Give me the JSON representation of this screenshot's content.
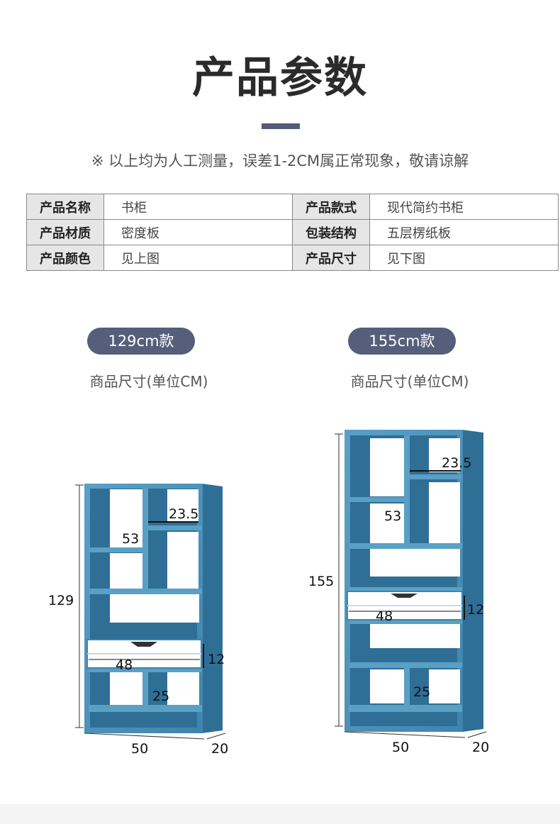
{
  "header": {
    "title": "产品参数",
    "note": "※ 以上均为人工测量，误差1-2CM属正常现象，敬请谅解"
  },
  "spec_table": {
    "rows": [
      {
        "k1": "产品名称",
        "v1": "书柜",
        "k2": "产品款式",
        "v2": "现代简约书柜"
      },
      {
        "k1": "产品材质",
        "v1": "密度板",
        "k2": "包装结构",
        "v2": "五层楞纸板"
      },
      {
        "k1": "产品颜色",
        "v1": "见上图",
        "k2": "产品尺寸",
        "v2": "见下图"
      }
    ]
  },
  "variants": {
    "left": {
      "pill": "129cm款",
      "unit_label": "商品尺寸(单位CM)",
      "dims": {
        "height": "129",
        "width": "50",
        "depth": "20",
        "shelf_width": "23.5",
        "shelf_height": "53",
        "drawer_width": "48",
        "drawer_height": "12",
        "bottom_cell": "25"
      }
    },
    "right": {
      "pill": "155cm款",
      "unit_label": "商品尺寸(单位CM)",
      "dims": {
        "height": "155",
        "width": "50",
        "depth": "20",
        "shelf_width": "23.5",
        "shelf_height": "53",
        "drawer_width": "48",
        "drawer_height": "12",
        "bottom_cell": "25"
      }
    }
  },
  "colors": {
    "accent": "#555e7a",
    "wood_blue": "#4a90b8",
    "wood_dark": "#2f6f96",
    "drawer_white": "#ffffff"
  }
}
